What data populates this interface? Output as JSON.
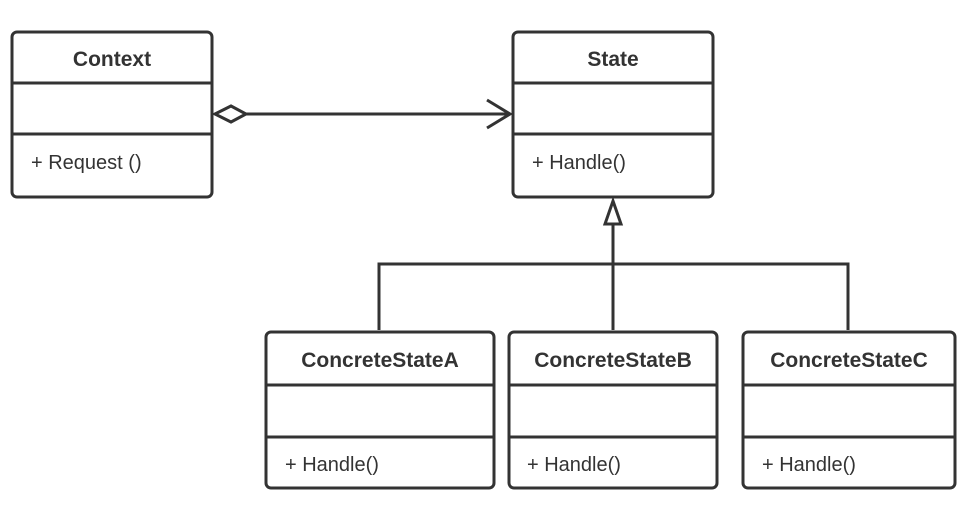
{
  "classes": {
    "context": {
      "name": "Context",
      "operation": "+ Request ()"
    },
    "state": {
      "name": "State",
      "operation": "+ Handle()"
    },
    "concrete_a": {
      "name": "ConcreteStateA",
      "operation": "+ Handle()"
    },
    "concrete_b": {
      "name": "ConcreteStateB",
      "operation": "+ Handle()"
    },
    "concrete_c": {
      "name": "ConcreteStateC",
      "operation": "+ Handle()"
    }
  },
  "relations": [
    {
      "type": "aggregation",
      "from": "Context",
      "to": "State"
    },
    {
      "type": "generalization",
      "from": "ConcreteStateA",
      "to": "State"
    },
    {
      "type": "generalization",
      "from": "ConcreteStateB",
      "to": "State"
    },
    {
      "type": "generalization",
      "from": "ConcreteStateC",
      "to": "State"
    }
  ],
  "colors": {
    "line": "#333333",
    "fill": "#ffffff"
  }
}
